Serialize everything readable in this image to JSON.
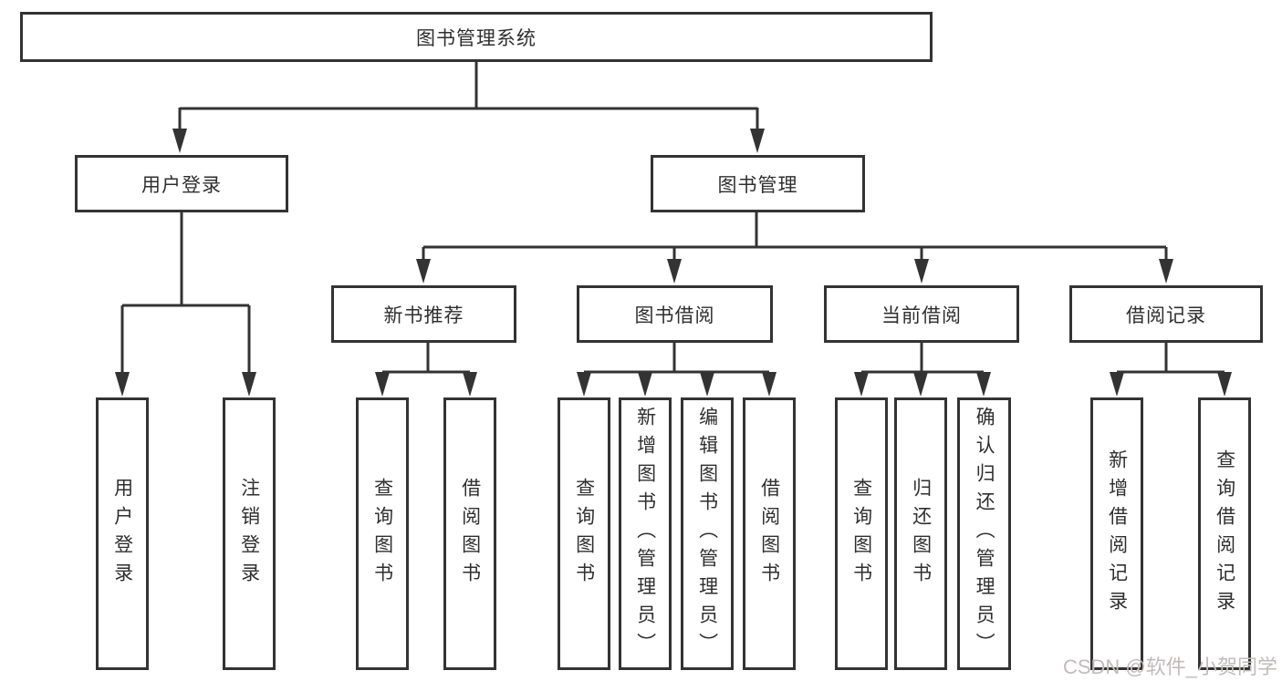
{
  "page": {
    "background_color": "#ffffff",
    "line_color": "#333333",
    "watermark_color": "#c2bbbb"
  },
  "tree": {
    "root": {
      "label": "图书管理系统"
    },
    "branches": [
      {
        "label": "用户登录",
        "children": [
          {
            "label": "用户登录"
          },
          {
            "label": "注销登录"
          }
        ]
      },
      {
        "label": "图书管理",
        "children": [
          {
            "label": "新书推荐",
            "children": [
              {
                "label": "查询图书"
              },
              {
                "label": "借阅图书"
              }
            ]
          },
          {
            "label": "图书借阅",
            "children": [
              {
                "label": "查询图书"
              },
              {
                "label": "新增图书（管理员）"
              },
              {
                "label": "编辑图书（管理员）"
              },
              {
                "label": "借阅图书"
              }
            ]
          },
          {
            "label": "当前借阅",
            "children": [
              {
                "label": "查询图书"
              },
              {
                "label": "归还图书"
              },
              {
                "label": "确认归还（管理员）"
              }
            ]
          },
          {
            "label": "借阅记录",
            "children": [
              {
                "label": "新增借阅记录"
              },
              {
                "label": "查询借阅记录"
              }
            ]
          }
        ]
      }
    ]
  },
  "watermark": {
    "text": "CSDN @软件_小贺同学"
  }
}
